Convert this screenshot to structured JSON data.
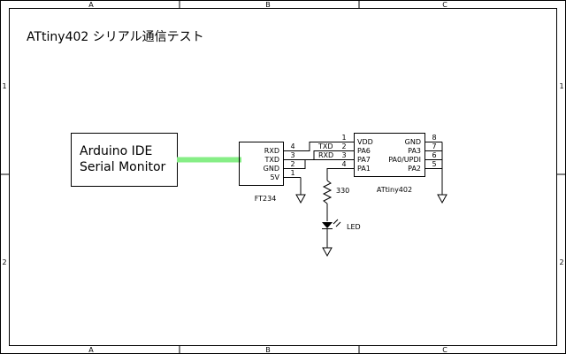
{
  "sheet": {
    "title": "ATtiny402 シリアル通信テスト",
    "columns": [
      "A",
      "B",
      "C"
    ],
    "rows": [
      "1",
      "2"
    ]
  },
  "arduino": {
    "line1": "Arduino IDE",
    "line2": "Serial Monitor"
  },
  "ft234": {
    "ref": "FT234",
    "pins": [
      {
        "num": "4",
        "label": "RXD"
      },
      {
        "num": "3",
        "label": "TXD"
      },
      {
        "num": "2",
        "label": "GND"
      },
      {
        "num": "1",
        "label": "5V"
      }
    ]
  },
  "attiny": {
    "ref": "ATtiny402",
    "left_pins": [
      {
        "num": "1",
        "label": "VDD"
      },
      {
        "num": "2",
        "label": "PA6"
      },
      {
        "num": "3",
        "label": "PA7"
      },
      {
        "num": "4",
        "label": "PA1"
      }
    ],
    "right_pins": [
      {
        "num": "8",
        "label": "GND"
      },
      {
        "num": "7",
        "label": "PA3"
      },
      {
        "num": "6",
        "label": "PA0/UPDI"
      },
      {
        "num": "5",
        "label": "PA2"
      }
    ]
  },
  "nets": {
    "txd": "TXD",
    "rxd": "RXD"
  },
  "resistor": {
    "value": "330"
  },
  "led": {
    "label": "LED"
  },
  "colors": {
    "usb_link": "#86ee86",
    "wire": "#000000",
    "background": "#ffffff"
  }
}
